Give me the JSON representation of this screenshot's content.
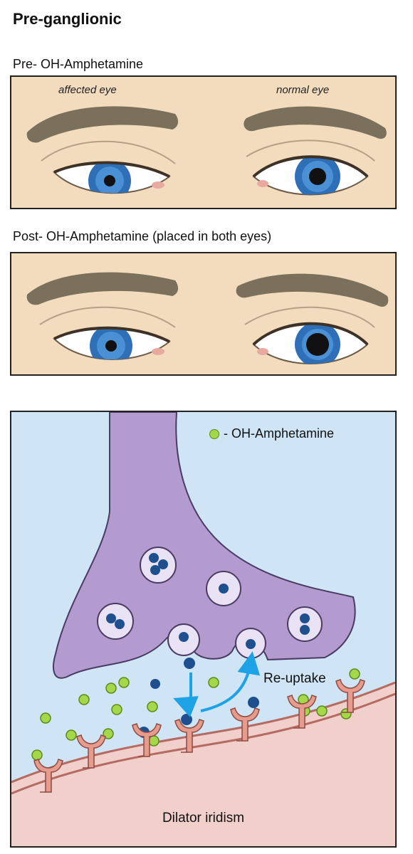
{
  "title": "Pre-ganglionic",
  "panel_pre": {
    "caption": "Pre- OH-Amphetamine",
    "left_label": "affected eye",
    "right_label": "normal eye"
  },
  "panel_post": {
    "caption": "Post- OH-Amphetamine  (placed in both eyes)"
  },
  "diagram": {
    "legend": "- OH-Amphetamine",
    "reuptake_label": "Re-uptake",
    "tissue_label": "Dilator iridism"
  },
  "colors": {
    "skin": "#f2dcbd",
    "brow": "#7a705c",
    "iris": "#2e6fb8",
    "neuron": "#b39bd0",
    "extracellular": "#cfe4f4",
    "receptor": "#e69c8c",
    "tissue": "#f1cfca",
    "amphetamine": "#a4d84a",
    "neurotransmitter": "#1e4f8f",
    "arrow": "#1da2e6"
  }
}
